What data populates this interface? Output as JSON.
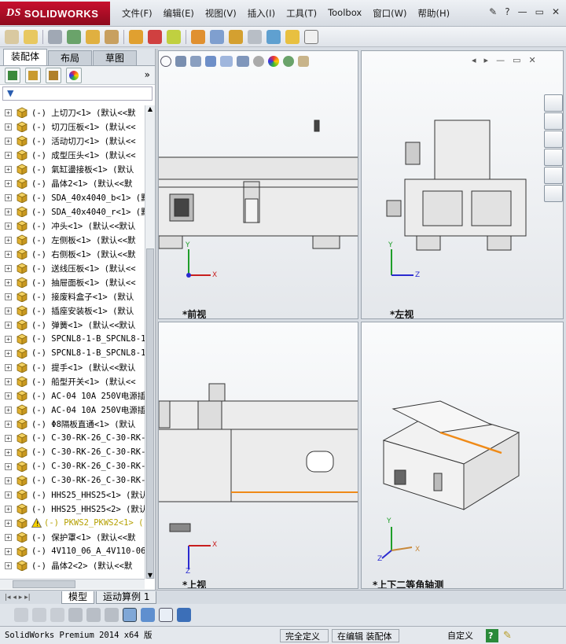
{
  "app": {
    "logo": "SOLIDWORKS",
    "logo_prefix": "DS"
  },
  "menu": [
    "文件(F)",
    "编辑(E)",
    "视图(V)",
    "插入(I)",
    "工具(T)",
    "Toolbox",
    "窗口(W)",
    "帮助(H)"
  ],
  "window_controls": {
    "help": "?",
    "minimize": "—",
    "restore": "▭",
    "close": "✕"
  },
  "left_tabs": [
    "装配体",
    "布局",
    "草图"
  ],
  "tree_items": [
    {
      "text": "(-) 上切刀<1> (默认<<默",
      "yellow": false,
      "warn": false
    },
    {
      "text": "(-) 切刀压板<1> (默认<<",
      "yellow": false,
      "warn": false
    },
    {
      "text": "(-) 活动切刀<1> (默认<<",
      "yellow": false,
      "warn": false
    },
    {
      "text": "(-) 成型压头<1> (默认<<",
      "yellow": false,
      "warn": false
    },
    {
      "text": "(-) 氣缸盪接板<1> (默认",
      "yellow": false,
      "warn": false
    },
    {
      "text": "(-) 晶体2<1> (默认<<默",
      "yellow": false,
      "warn": false
    },
    {
      "text": "(-) SDA_40x4040_b<1> (默",
      "yellow": false,
      "warn": false
    },
    {
      "text": "(-) SDA_40x4040_r<1> (默",
      "yellow": false,
      "warn": false
    },
    {
      "text": "(-) 冲头<1> (默认<<默认",
      "yellow": false,
      "warn": false
    },
    {
      "text": "(-) 左侧板<1> (默认<<默",
      "yellow": false,
      "warn": false
    },
    {
      "text": "(-) 右侧板<1> (默认<<默",
      "yellow": false,
      "warn": false
    },
    {
      "text": "(-) 送线压板<1> (默认<<",
      "yellow": false,
      "warn": false
    },
    {
      "text": "(-) 抽屉面板<1> (默认<<",
      "yellow": false,
      "warn": false
    },
    {
      "text": "(-) 接废料盒子<1> (默认",
      "yellow": false,
      "warn": false
    },
    {
      "text": "(-) 插座安装板<1> (默认",
      "yellow": false,
      "warn": false
    },
    {
      "text": "(-) 弹簧<1> (默认<<默认",
      "yellow": false,
      "warn": false
    },
    {
      "text": "(-) SPCNL8-1-B_SPCNL8-1",
      "yellow": false,
      "warn": false
    },
    {
      "text": "(-) SPCNL8-1-B_SPCNL8-1",
      "yellow": false,
      "warn": false
    },
    {
      "text": "(-) 提手<1> (默认<<默认",
      "yellow": false,
      "warn": false
    },
    {
      "text": "(-) 船型开关<1> (默认<<",
      "yellow": false,
      "warn": false
    },
    {
      "text": "(-) AC-04 10A 250V电源插",
      "yellow": false,
      "warn": false
    },
    {
      "text": "(-) AC-04 10A 250V电源插",
      "yellow": false,
      "warn": false
    },
    {
      "text": "(-) Φ8隔板直通<1> (默认",
      "yellow": false,
      "warn": false
    },
    {
      "text": "(-) C-30-RK-26_C-30-RK-",
      "yellow": false,
      "warn": false
    },
    {
      "text": "(-) C-30-RK-26_C-30-RK-",
      "yellow": false,
      "warn": false
    },
    {
      "text": "(-) C-30-RK-26_C-30-RK-",
      "yellow": false,
      "warn": false
    },
    {
      "text": "(-) C-30-RK-26_C-30-RK-",
      "yellow": false,
      "warn": false
    },
    {
      "text": "(-) HHS25_HHS25<1> (默认",
      "yellow": false,
      "warn": false
    },
    {
      "text": "(-) HHS25_HHS25<2> (默认",
      "yellow": false,
      "warn": false
    },
    {
      "text": "(-) PKWS2_PKWS2<1> (",
      "yellow": true,
      "warn": true
    },
    {
      "text": "(-) 保护罩<1> (默认<<默",
      "yellow": false,
      "warn": false
    },
    {
      "text": "(-) 4V110_06_A_4V110-06",
      "yellow": false,
      "warn": false
    },
    {
      "text": "(-) 晶体2<2> (默认<<默",
      "yellow": false,
      "warn": false
    }
  ],
  "views": {
    "front": "*前视",
    "left": "*左视",
    "top": "*上视",
    "iso": "*上下二等角轴测"
  },
  "axes": {
    "x": "X",
    "y": "Y",
    "z": "Z"
  },
  "bottom_tabs": [
    "模型",
    "运动算例 1"
  ],
  "status": {
    "product": "SolidWorks Premium 2014 x64 版",
    "defined": "完全定义",
    "editing": "在编辑 装配体",
    "custom": "自定义",
    "help": "?"
  },
  "colors": {
    "accent": "#c8102e",
    "orange": "#ef8a17",
    "axis_x": "#c81e1e",
    "axis_y": "#1f9e2a",
    "axis_z": "#2a2ad0"
  }
}
